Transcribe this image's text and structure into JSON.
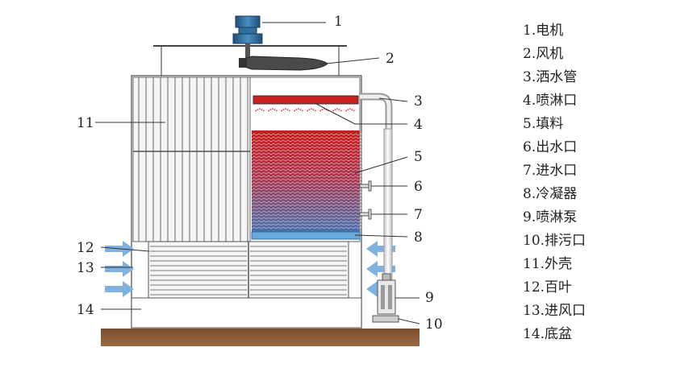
{
  "legend": [
    {
      "num": "1.",
      "label": "电机"
    },
    {
      "num": "2.",
      "label": "风机"
    },
    {
      "num": "3.",
      "label": "洒水管"
    },
    {
      "num": "4.",
      "label": "喷淋口"
    },
    {
      "num": "5.",
      "label": "填料"
    },
    {
      "num": "6.",
      "label": "出水口"
    },
    {
      "num": "7.",
      "label": "进水口"
    },
    {
      "num": "8.",
      "label": "冷凝器"
    },
    {
      "num": "9.",
      "label": "喷淋泵"
    },
    {
      "num": "10.",
      "label": "排污口"
    },
    {
      "num": "11.",
      "label": "外壳"
    },
    {
      "num": "12.",
      "label": "百叶"
    },
    {
      "num": "13.",
      "label": "进风口"
    },
    {
      "num": "14.",
      "label": "底盆"
    }
  ],
  "callouts": [
    "1",
    "2",
    "3",
    "4",
    "5",
    "6",
    "7",
    "8",
    "9",
    "10",
    "11",
    "12",
    "13",
    "14"
  ],
  "colors": {
    "motor": "#2f6f9f",
    "spray_bar": "#cc1f1f",
    "fill_top": "#c81f1f",
    "fill_bottom": "#3b78b8",
    "airflow_arrow": "#7fb2e0",
    "ground": "#8a5a35"
  }
}
